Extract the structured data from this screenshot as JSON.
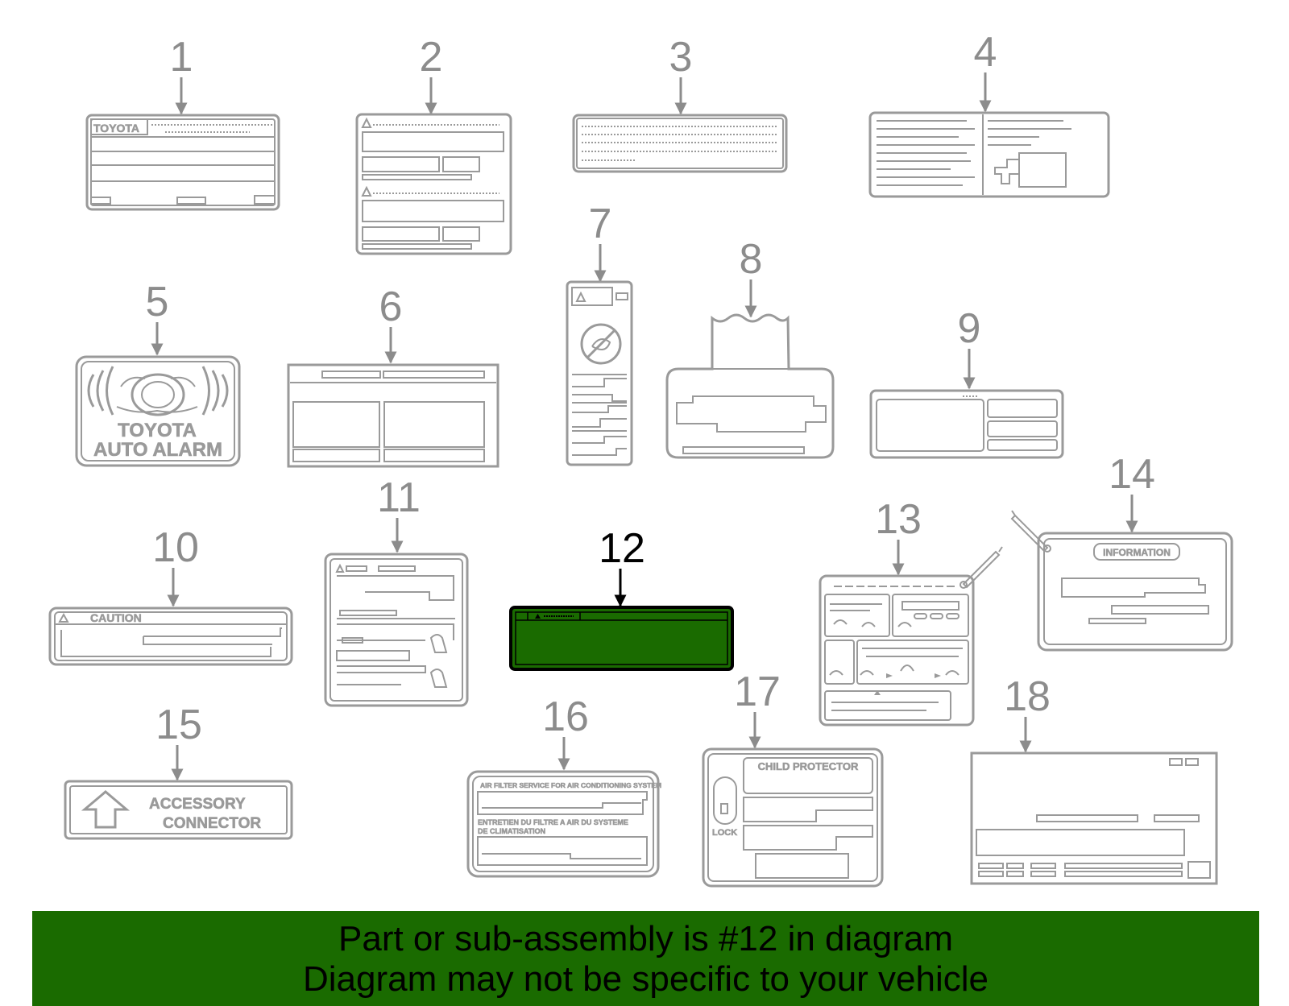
{
  "diagram": {
    "selected_part": "12",
    "highlight_color": "#1a6b00",
    "line_color": "#9a9a9a",
    "callouts": [
      "1",
      "2",
      "3",
      "4",
      "5",
      "6",
      "7",
      "8",
      "9",
      "10",
      "11",
      "12",
      "13",
      "14",
      "15",
      "16",
      "17",
      "18"
    ],
    "label_texts": {
      "toyota": "TOYOTA",
      "auto_alarm_1": "TOYOTA",
      "auto_alarm_2": "AUTO ALARM",
      "caution": "CAUTION",
      "information": "INFORMATION",
      "accessory_1": "ACCESSORY",
      "accessory_2": "CONNECTOR",
      "air_filter_en": "AIR FILTER SERVICE FOR AIR CONDITIONING SYSTEM",
      "air_filter_fr_1": "ENTRETIEN DU FILTRE A AIR DU SYSTEME",
      "air_filter_fr_2": "DE CLIMATISATION",
      "child_protector": "CHILD PROTECTOR",
      "lock": "LOCK"
    }
  },
  "banner": {
    "line1": "Part or sub-assembly is #12 in diagram",
    "line2": "Diagram may not be specific to your vehicle",
    "background": "#1a6b00"
  }
}
